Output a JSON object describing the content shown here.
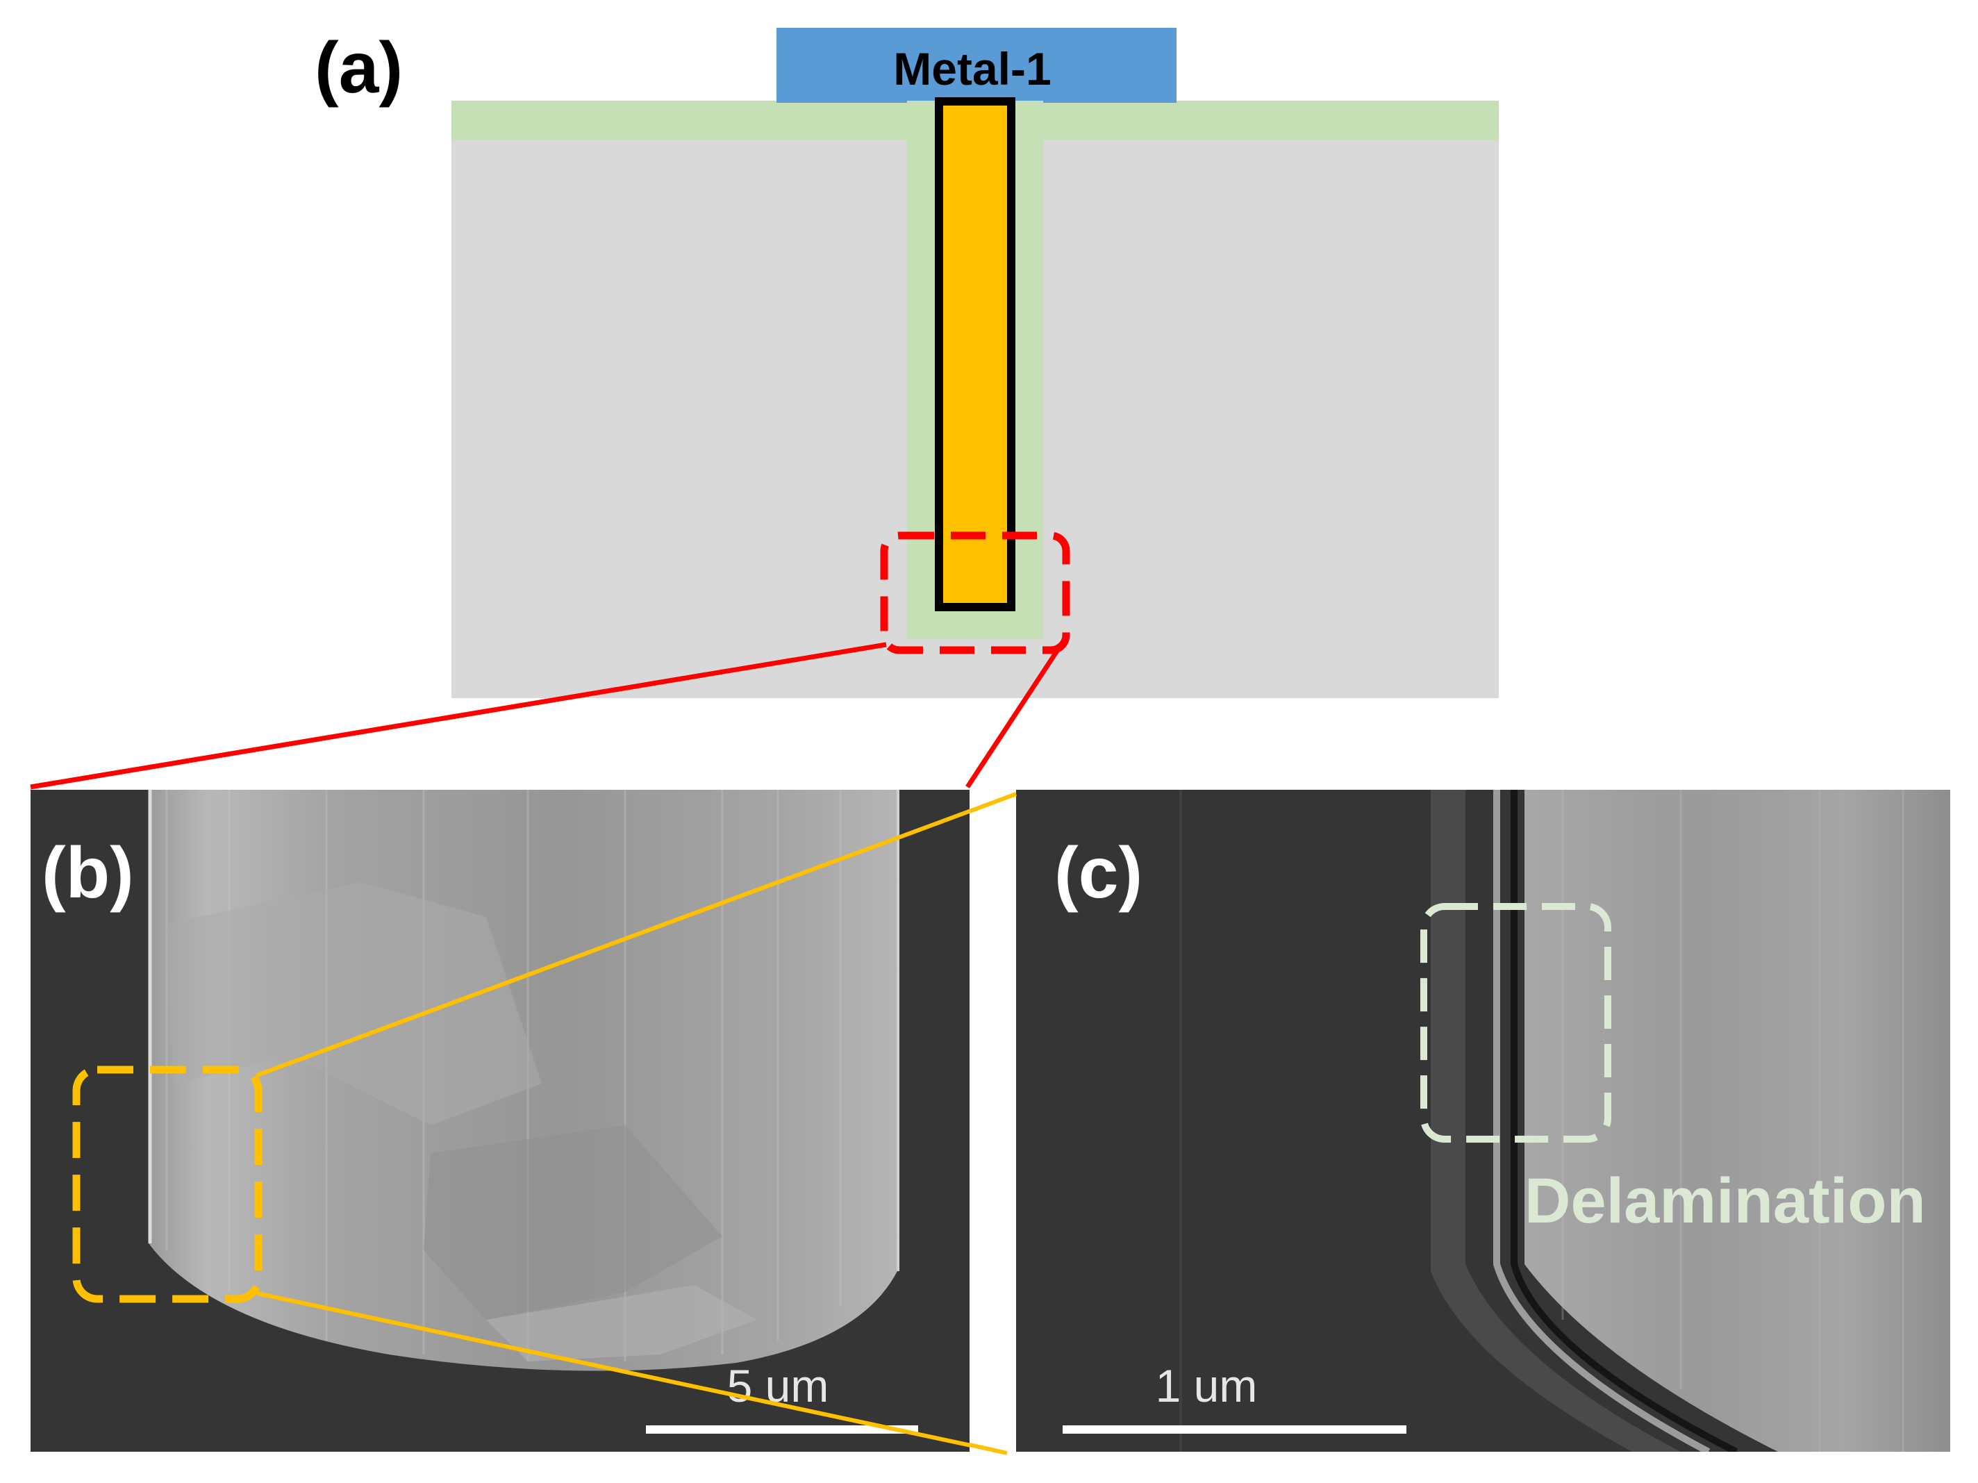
{
  "panels": {
    "a": {
      "label": "(a)"
    },
    "b": {
      "label": "(b)",
      "scale_bar": "5 um"
    },
    "c": {
      "label": "(c)",
      "scale_bar": "1 um",
      "annotation": "Delamination"
    }
  },
  "schematic": {
    "metal_layer": "Metal-1"
  },
  "colors": {
    "metal": "#5b9bd5",
    "liner": "#c5e0b4",
    "substrate": "#d9d9d9",
    "via_fill": "#ffc000",
    "via_outline": "#000000",
    "zoom_red": "#ff0000",
    "zoom_orange": "#ffc000",
    "delamination": "#dbe8d3",
    "sem_dark": "#353535"
  }
}
